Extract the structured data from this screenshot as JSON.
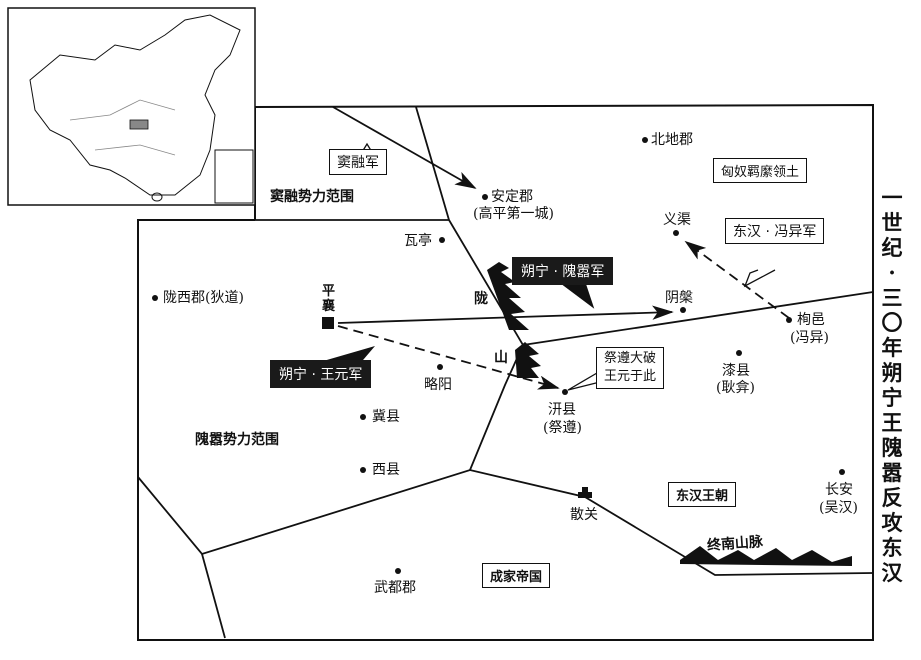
{
  "title": "一世纪·三〇年 朔宁王隗嚣反攻东汉",
  "regions": {
    "dourong": "窦融势力范围",
    "weixiao": "隗嚣势力范围",
    "xiongnu": "匈奴羁縻领土",
    "eastern_han": "东汉王朝",
    "chengjia": "成家帝国"
  },
  "armies": {
    "dourong_army": "窦融军",
    "weixiao_army": "朔宁 · 隗嚣军",
    "wangyuan_army": "朔宁 · 王元军",
    "fengyi_army": "东汉 · 冯异军"
  },
  "annotation": {
    "line1": "祭遵大破",
    "line2": "王元于此"
  },
  "places": {
    "beidi": "北地郡",
    "anding": "安定郡",
    "anding_note": "(高平第一城)",
    "wating": "瓦亭",
    "yiqu": "义渠",
    "longxi": "陇西郡(狄道)",
    "pingxiang": "平襄",
    "yinpan": "阴槃",
    "xunyi": "栒邑",
    "xunyi_note": "(冯异)",
    "lueyang": "略阳",
    "qixian": "漆县",
    "qixian_note": "(耿弇)",
    "qianxian": "汧县",
    "qianxian_note": "(祭遵)",
    "jixian": "冀县",
    "xixian": "西县",
    "sanguan": "散关",
    "changan": "长安",
    "changan_note": "(吴汉)",
    "wudu": "武都郡"
  },
  "mountains": {
    "long_1": "陇",
    "long_2": "山",
    "zhongnan": "终南山脉"
  }
}
